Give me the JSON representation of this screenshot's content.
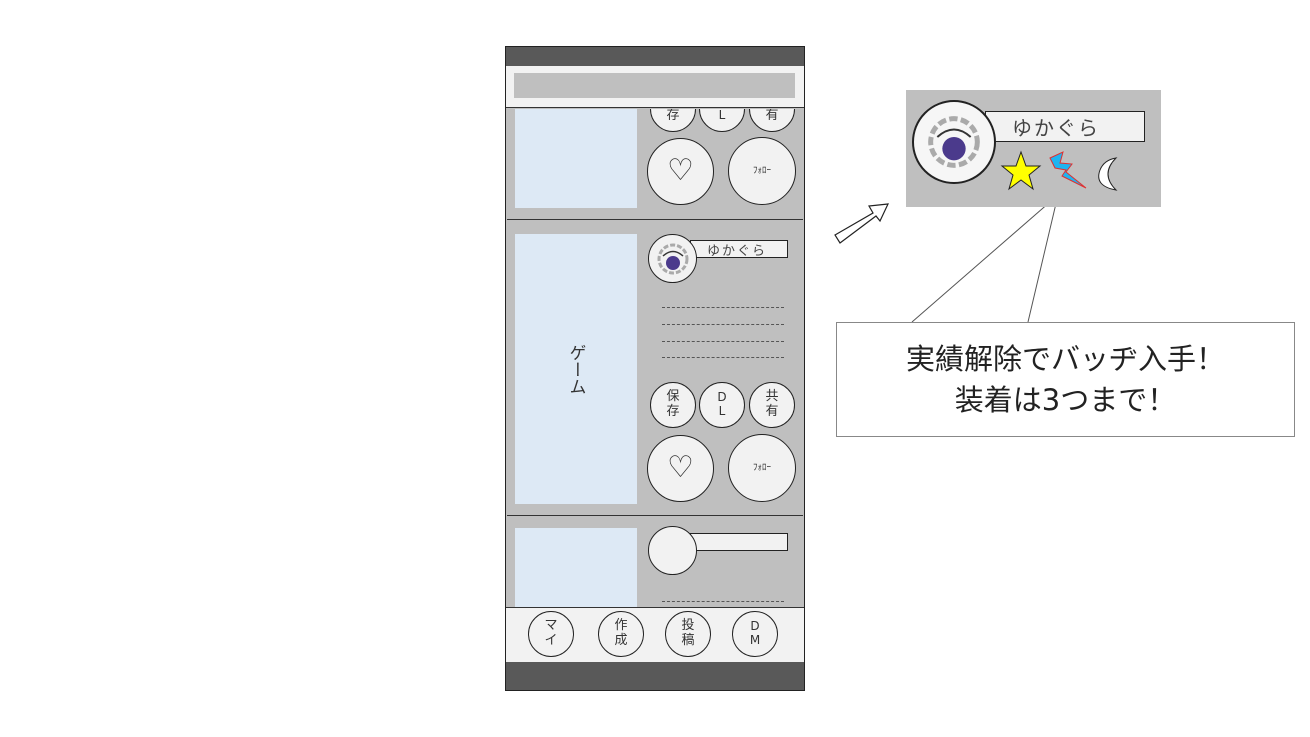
{
  "feed": {
    "posts": [
      {
        "save": "存",
        "dl": "L",
        "share": "有",
        "like_icon": "heart-icon",
        "follow": "ﾌｫﾛｰ"
      },
      {
        "image_label": "ゲーム",
        "username": "ゆかぐら",
        "save": "保\n存",
        "dl": "D\nL",
        "share": "共\n有",
        "like_icon": "heart-icon",
        "follow": "ﾌｫﾛｰ"
      },
      {
        "username": ""
      }
    ]
  },
  "bottom_nav": [
    {
      "label": "マ\nイ"
    },
    {
      "label": "作\n成"
    },
    {
      "label": "投\n稿"
    },
    {
      "label": "D\nM"
    }
  ],
  "badge_preview": {
    "username": "ゆかぐら",
    "badges": [
      "star-badge",
      "lightning-badge",
      "moon-badge"
    ],
    "colors": {
      "star": "#ffff00",
      "lightning": "#1fb4f0",
      "moon": "#ffffff"
    }
  },
  "callout": {
    "line1": "実績解除でバッヂ入手！",
    "line2": "装着は3つまで！"
  }
}
